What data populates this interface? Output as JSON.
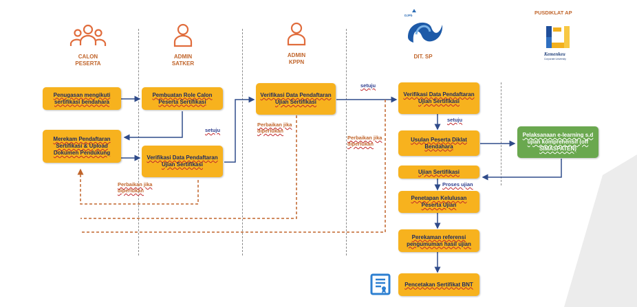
{
  "lanes": {
    "calon_peserta": {
      "line1": "CALON",
      "line2": "PESERTA"
    },
    "admin_satker": {
      "line1": "ADMIN",
      "line2": "SATKER"
    },
    "admin_kppn": {
      "line1": "ADMIN",
      "line2": "KPPN"
    },
    "dit_sp": {
      "line1": "DIT. SP"
    },
    "pusdiklat": {
      "line1": "PUSDIKLAT AP"
    }
  },
  "logos": {
    "ditsp_caption": "DJPb",
    "kemenkeu_name": "Kemenkeu",
    "kemenkeu_sub": "Corporate University"
  },
  "boxes": {
    "penugasan": "Penugasan mengikuti sertifikasi bendahara",
    "pembuatan_role": "Pembuatan Role Calon Peserta Sertifikasi",
    "merekam": "Merekam Pendaftaran Sertifikasi & Upload Dokumen Pendukung",
    "verif_satker": "Verifikasi Data Pendaftaran Ujian Sertifikasi",
    "verif_kppn": "Verifikasi Data Pendaftaran Ujian Sertifikasi",
    "verif_ditsp": "Verifikasi Data Pendaftaran Ujian Sertifikasi",
    "usulan": "Usulan Peserta Diklat Bendahara",
    "elearning": "Pelaksanaan e-learning s.d ujian komprehensif (off SIMASPATEN)",
    "ujian": "Ujian Sertifikasi",
    "penetapan": "Penetapan Kelulusan Peserta Ujian",
    "perekaman": "Perekaman referensi pengumuman hasil ujian",
    "pencetakan": "Pencetakan Sertifikat BNT"
  },
  "notes": {
    "setuju_satker": "setuju",
    "setuju_kppn": "setuju",
    "setuju_ditsp": "setuju",
    "proses_ujian": "Proses ujian",
    "perbaikan_satker": "Perbaikan jika diperlukan",
    "perbaikan_kppn": "Perbaikan jika diperlukan",
    "perbaikan_ditsp": "Perbaikan jika diperlukan"
  },
  "colors": {
    "box": "#f7b21e",
    "green_box": "#6aa84f",
    "arrow": "#2f4b8a",
    "dashed": "#c0642a",
    "role_text": "#c0642a"
  }
}
